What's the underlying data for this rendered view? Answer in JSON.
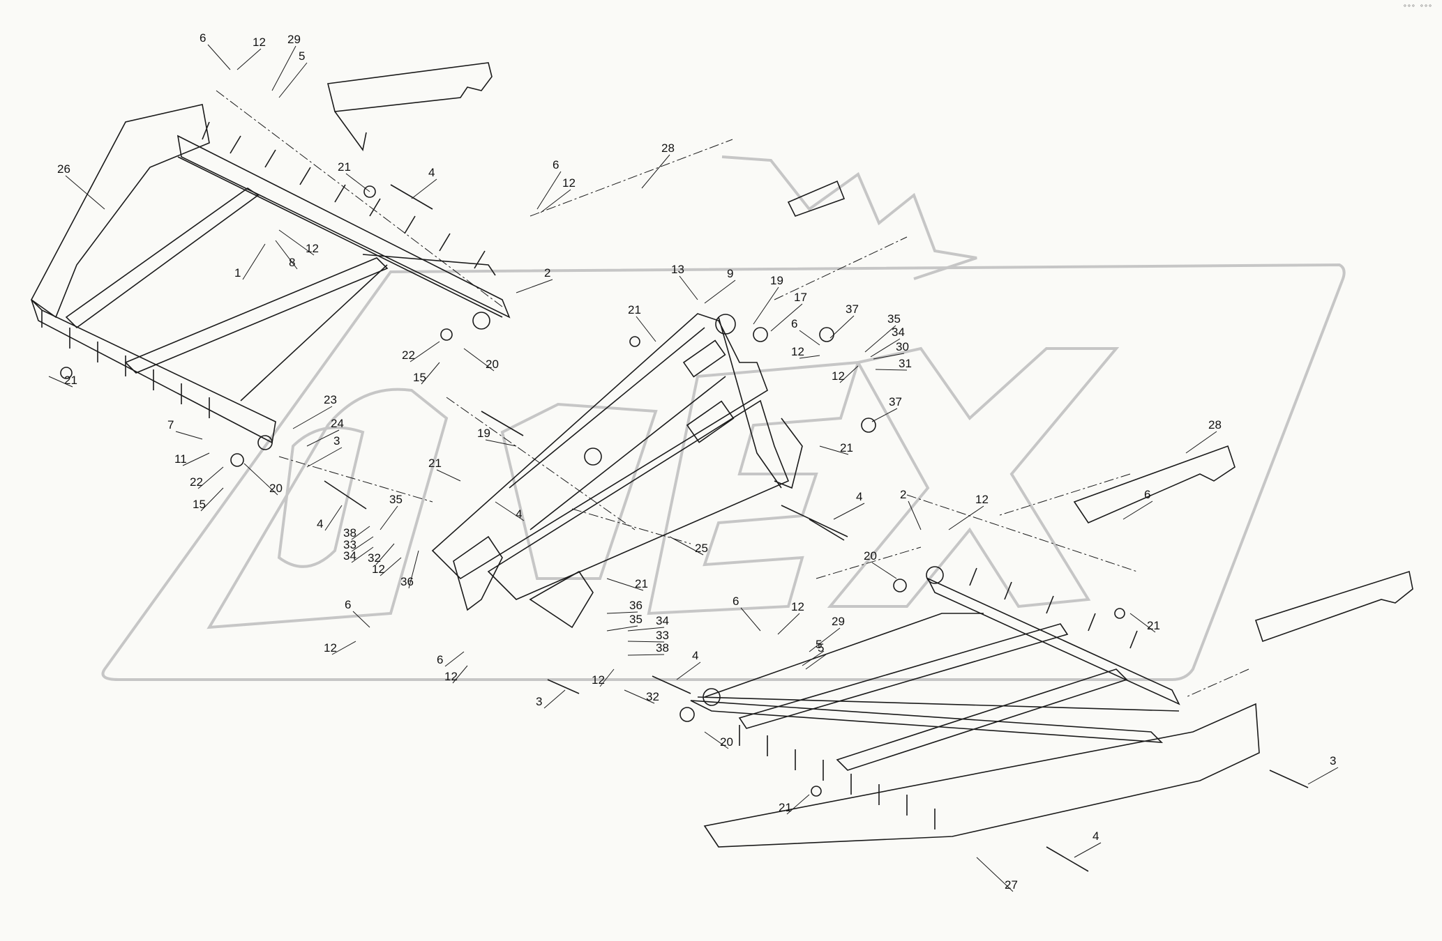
{
  "watermark": {
    "text": "OPEX",
    "color": "#c8c8c8"
  },
  "corner_mark": "°°° °°°",
  "colors": {
    "line": "#1a1a1a",
    "background": "#fafaf7"
  },
  "callouts": [
    {
      "id": "c-6a",
      "label": "6"
    },
    {
      "id": "c-12a",
      "label": "12"
    },
    {
      "id": "c-29a",
      "label": "29"
    },
    {
      "id": "c-5a",
      "label": "5"
    },
    {
      "id": "c-26",
      "label": "26"
    },
    {
      "id": "c-21a",
      "label": "21"
    },
    {
      "id": "c-4a",
      "label": "4"
    },
    {
      "id": "c-12b",
      "label": "12"
    },
    {
      "id": "c-1",
      "label": "1"
    },
    {
      "id": "c-8",
      "label": "8"
    },
    {
      "id": "c-6b",
      "label": "6"
    },
    {
      "id": "c-12c",
      "label": "12"
    },
    {
      "id": "c-28a",
      "label": "28"
    },
    {
      "id": "c-2a",
      "label": "2"
    },
    {
      "id": "c-21b",
      "label": "21"
    },
    {
      "id": "c-22a",
      "label": "22"
    },
    {
      "id": "c-15a",
      "label": "15"
    },
    {
      "id": "c-20a",
      "label": "20"
    },
    {
      "id": "c-13",
      "label": "13"
    },
    {
      "id": "c-9",
      "label": "9"
    },
    {
      "id": "c-21c",
      "label": "21"
    },
    {
      "id": "c-19a",
      "label": "19"
    },
    {
      "id": "c-17",
      "label": "17"
    },
    {
      "id": "c-37a",
      "label": "37"
    },
    {
      "id": "c-6c",
      "label": "6"
    },
    {
      "id": "c-12d",
      "label": "12"
    },
    {
      "id": "c-35a",
      "label": "35"
    },
    {
      "id": "c-34a",
      "label": "34"
    },
    {
      "id": "c-30",
      "label": "30"
    },
    {
      "id": "c-12e",
      "label": "12"
    },
    {
      "id": "c-31",
      "label": "31"
    },
    {
      "id": "c-37b",
      "label": "37"
    },
    {
      "id": "c-21d",
      "label": "21"
    },
    {
      "id": "c-4b",
      "label": "4"
    },
    {
      "id": "c-19b",
      "label": "19"
    },
    {
      "id": "c-23",
      "label": "23"
    },
    {
      "id": "c-7",
      "label": "7"
    },
    {
      "id": "c-24",
      "label": "24"
    },
    {
      "id": "c-11",
      "label": "11"
    },
    {
      "id": "c-3a",
      "label": "3"
    },
    {
      "id": "c-22b",
      "label": "22"
    },
    {
      "id": "c-20b",
      "label": "20"
    },
    {
      "id": "c-15b",
      "label": "15"
    },
    {
      "id": "c-21e",
      "label": "21"
    },
    {
      "id": "c-4c",
      "label": "4"
    },
    {
      "id": "c-35b",
      "label": "35"
    },
    {
      "id": "c-38a",
      "label": "38"
    },
    {
      "id": "c-33a",
      "label": "33"
    },
    {
      "id": "c-34b",
      "label": "34"
    },
    {
      "id": "c-32a",
      "label": "32"
    },
    {
      "id": "c-12f",
      "label": "12"
    },
    {
      "id": "c-36a",
      "label": "36"
    },
    {
      "id": "c-25",
      "label": "25"
    },
    {
      "id": "c-21f",
      "label": "21"
    },
    {
      "id": "c-4d",
      "label": "4"
    },
    {
      "id": "c-2b",
      "label": "2"
    },
    {
      "id": "c-12g",
      "label": "12"
    },
    {
      "id": "c-28b",
      "label": "28"
    },
    {
      "id": "c-6d",
      "label": "6"
    },
    {
      "id": "c-20c",
      "label": "20"
    },
    {
      "id": "c-21g",
      "label": "21"
    },
    {
      "id": "c-6e",
      "label": "6"
    },
    {
      "id": "c-12h",
      "label": "12"
    },
    {
      "id": "c-5b",
      "label": "5"
    },
    {
      "id": "c-6f",
      "label": "6"
    },
    {
      "id": "c-12i",
      "label": "12"
    },
    {
      "id": "c-36b",
      "label": "36"
    },
    {
      "id": "c-34c",
      "label": "34"
    },
    {
      "id": "c-35c",
      "label": "35"
    },
    {
      "id": "c-33b",
      "label": "33"
    },
    {
      "id": "c-38b",
      "label": "38"
    },
    {
      "id": "c-12j",
      "label": "12"
    },
    {
      "id": "c-32b",
      "label": "32"
    },
    {
      "id": "c-4e",
      "label": "4"
    },
    {
      "id": "c-3b",
      "label": "3"
    },
    {
      "id": "c-6g",
      "label": "6"
    },
    {
      "id": "c-12k",
      "label": "12"
    },
    {
      "id": "c-29b",
      "label": "29"
    },
    {
      "id": "c-5c",
      "label": "5"
    },
    {
      "id": "c-20d",
      "label": "20"
    },
    {
      "id": "c-21h",
      "label": "21"
    },
    {
      "id": "c-3c",
      "label": "3"
    },
    {
      "id": "c-4f",
      "label": "4"
    },
    {
      "id": "c-27",
      "label": "27"
    }
  ]
}
